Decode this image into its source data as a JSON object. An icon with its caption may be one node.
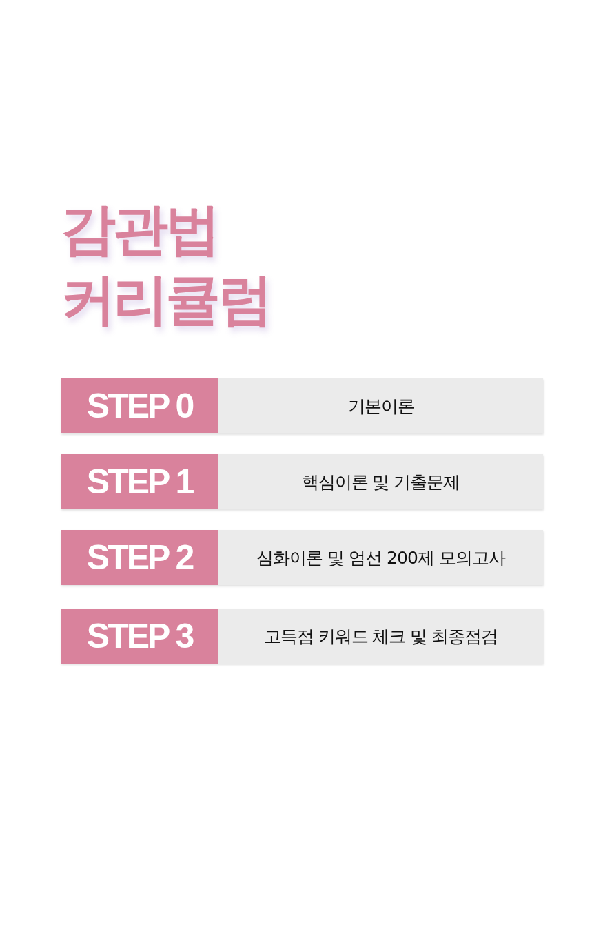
{
  "diagram": {
    "title": "감관법 커리큘럼",
    "nodes": [
      {
        "text": [
          "STEP 0",
          "기본이론"
        ]
      },
      {
        "text": [
          "STEP 1",
          "핵심이론 및 기출문제"
        ]
      },
      {
        "text": [
          "STEP 2",
          "심화이론 및 엄선 200제 모의고사"
        ]
      },
      {
        "text": [
          "STEP 3",
          "고득점 키워드 체크 및 최종점검"
        ]
      }
    ]
  }
}
